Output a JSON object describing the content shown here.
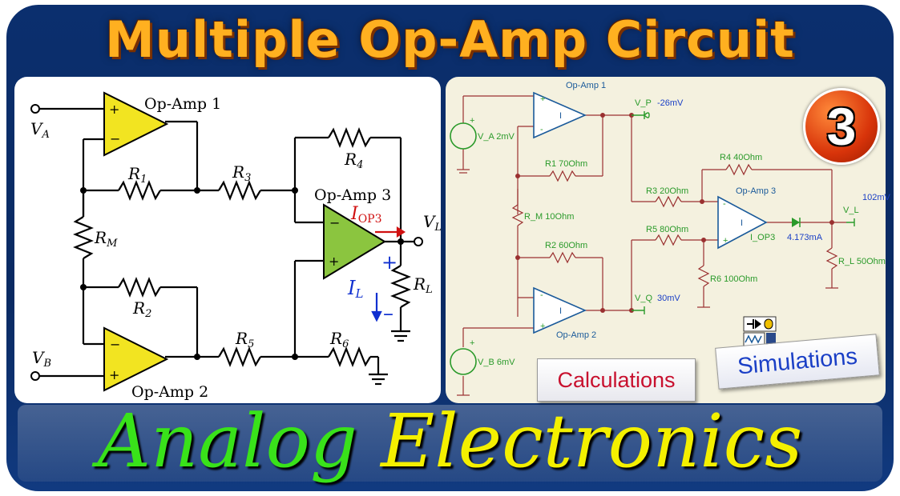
{
  "title": "Multiple Op-Amp Circuit",
  "badge_number": "3",
  "bottom_words": [
    "Analog",
    "Electronics"
  ],
  "left_diagram": {
    "opamp1": "Op-Amp 1",
    "opamp2": "Op-Amp 2",
    "opamp3": "Op-Amp 3",
    "va": "V",
    "va_sub": "A",
    "vb": "V",
    "vb_sub": "B",
    "vl": "V",
    "vl_sub": "L",
    "r1": "R",
    "r1_sub": "1",
    "r2": "R",
    "r2_sub": "2",
    "r3": "R",
    "r3_sub": "3",
    "r4": "R",
    "r4_sub": "4",
    "r5": "R",
    "r5_sub": "5",
    "r6": "R",
    "r6_sub": "6",
    "rm": "R",
    "rm_sub": "M",
    "rl": "R",
    "rl_sub": "L",
    "iop3": "I",
    "iop3_sub": "OP3",
    "il": "I",
    "il_sub": "L",
    "plus": "+",
    "minus": "−",
    "minus_short": "–"
  },
  "right_diagram": {
    "opamp1": "Op-Amp 1",
    "opamp2": "Op-Amp 2",
    "opamp3": "Op-Amp 3",
    "va": "V_A 2mV",
    "vb": "V_B 6mV",
    "vp": "V_P",
    "vp_val": "-26mV",
    "vq": "V_Q",
    "vq_val": "30mV",
    "vl": "V_L",
    "vl_val": "102mV",
    "r1": "R1 70Ohm",
    "r2": "R2 60Ohm",
    "r3": "R3 20Ohm",
    "r4": "R4 40Ohm",
    "r5": "R5 80Ohm",
    "r6": "R6 100Ohm",
    "rm": "R_M 10Ohm",
    "rl": "R_L 50Ohm",
    "iop3": "I_OP3",
    "iop3_val": "4.173mA",
    "plus": "+",
    "minus": "-",
    "gain": "I"
  },
  "buttons": {
    "calculations": "Calculations",
    "simulations": "Simulations"
  },
  "colors": {
    "background": "#0b2f6e",
    "title": "#ffb020",
    "opamp_yellow": "#f2e421",
    "opamp_green": "#8bc53f",
    "analog": "#39e21a",
    "electronics": "#f4f000",
    "calculations_text": "#c8102e",
    "simulations_text": "#1a3fc6"
  }
}
